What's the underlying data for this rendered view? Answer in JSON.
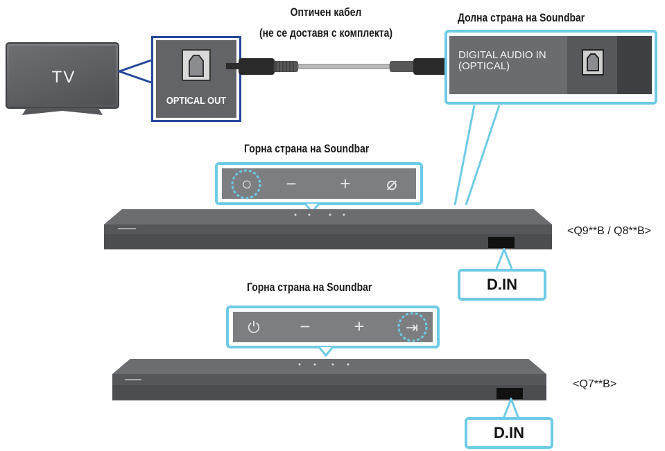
{
  "tv": {
    "label": "TV"
  },
  "optical_out": {
    "label": "OPTICAL OUT"
  },
  "cable": {
    "caption_line1": "Оптичен кабел",
    "caption_line2": "(не се доставя с комплекта)"
  },
  "soundbar_bottom": {
    "caption": "Долна страна на Soundbar",
    "port_label_line1": "DIGITAL AUDIO IN",
    "port_label_line2": "(OPTICAL)"
  },
  "soundbar_top_1": {
    "caption": "Горна страна на Soundbar",
    "buttons": [
      "○",
      "−",
      "+",
      "⌀"
    ],
    "model": "<Q9**B / Q8**B>",
    "din_label": "D.IN"
  },
  "soundbar_top_2": {
    "caption": "Горна страна на Soundbar",
    "buttons": [
      "⏻",
      "−",
      "+",
      "⇥"
    ],
    "model": "<Q7**B>",
    "din_label": "D.IN"
  },
  "colors": {
    "callout_blue": "#6ecbe6",
    "tv_port_frame": "#27479a",
    "device_gray": "#6a6c70"
  }
}
